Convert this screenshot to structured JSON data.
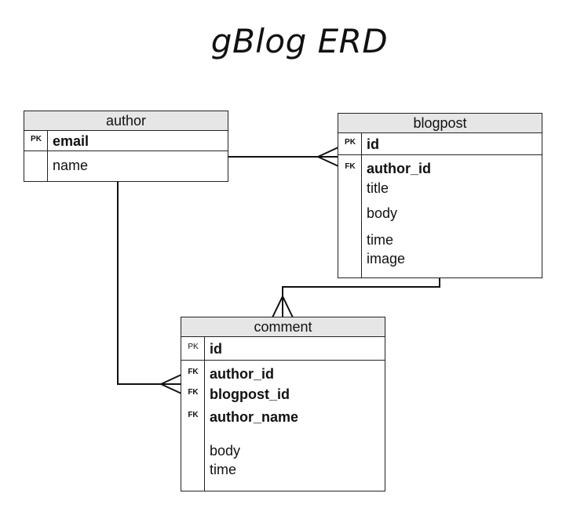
{
  "diagram": {
    "title": "gBlog ERD"
  },
  "entities": {
    "author": {
      "name": "author",
      "pk": {
        "key": "PK",
        "field": "email"
      },
      "fields": [
        {
          "key": "",
          "name": "name"
        }
      ]
    },
    "blogpost": {
      "name": "blogpost",
      "pk": {
        "key": "PK",
        "field": "id"
      },
      "fields": [
        {
          "key": "FK",
          "name": "author_id"
        },
        {
          "key": "",
          "name": "title"
        },
        {
          "key": "",
          "name": "body"
        },
        {
          "key": "",
          "name": "time"
        },
        {
          "key": "",
          "name": "image"
        }
      ]
    },
    "comment": {
      "name": "comment",
      "pk": {
        "key": "PK",
        "field": "id"
      },
      "fields": [
        {
          "key": "FK",
          "name": "author_id"
        },
        {
          "key": "FK",
          "name": "blogpost_id"
        },
        {
          "key": "FK",
          "name": "author_name"
        },
        {
          "key": "",
          "name": "body"
        },
        {
          "key": "",
          "name": "time"
        }
      ]
    }
  },
  "relationships": [
    {
      "from": "author",
      "to": "blogpost",
      "cardinality": "one-to-many"
    },
    {
      "from": "author",
      "to": "comment",
      "cardinality": "one-to-many"
    },
    {
      "from": "blogpost",
      "to": "comment",
      "cardinality": "one-to-many"
    }
  ]
}
